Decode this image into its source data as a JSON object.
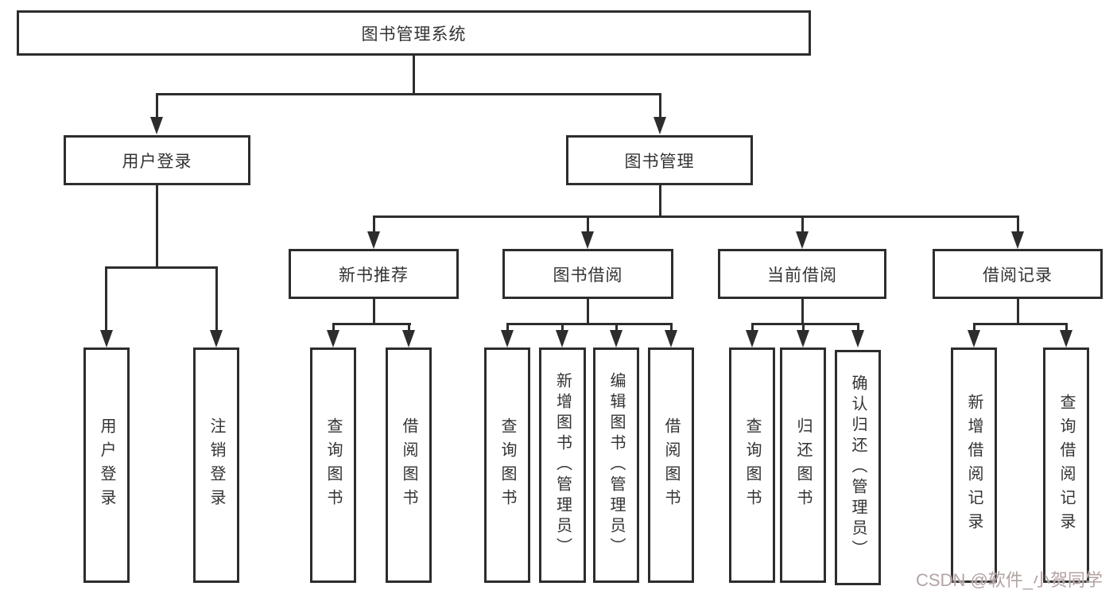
{
  "diagram": {
    "root": {
      "label": "图书管理系统"
    },
    "level2": [
      {
        "label": "用户登录"
      },
      {
        "label": "图书管理"
      }
    ],
    "level3": [
      {
        "label": "新书推荐"
      },
      {
        "label": "图书借阅"
      },
      {
        "label": "当前借阅"
      },
      {
        "label": "借阅记录"
      }
    ],
    "leaves": {
      "login": [
        {
          "label": "用户登录"
        },
        {
          "label": "注销登录"
        }
      ],
      "newbook": [
        {
          "label": "查询图书"
        },
        {
          "label": "借阅图书"
        }
      ],
      "borrow": [
        {
          "label": "查询图书"
        },
        {
          "label": "新增图书（管理员）"
        },
        {
          "label": "编辑图书（管理员）"
        },
        {
          "label": "借阅图书"
        }
      ],
      "current": [
        {
          "label": "查询图书"
        },
        {
          "label": "归还图书"
        },
        {
          "label": "确认归还（管理员）"
        }
      ],
      "records": [
        {
          "label": "新增借阅记录"
        },
        {
          "label": "查询借阅记录"
        }
      ]
    },
    "watermark": "CSDN @软件_小贺同学",
    "colors": {
      "line": "#2d2d2d",
      "text": "#333333",
      "watermark": "#b5a3a3",
      "background": "#ffffff"
    }
  }
}
